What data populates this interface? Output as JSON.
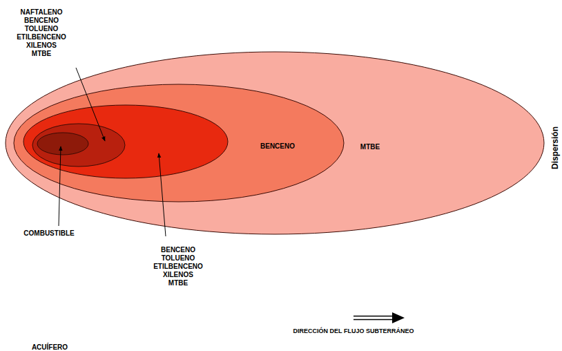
{
  "diagram": {
    "nodes": [
      {
        "text": [
          "MTBE"
        ]
      },
      {
        "text": [
          "BENCENO"
        ],
        "in": 0
      },
      {
        "text": [
          "BENCENO TOLUENO ETILBENCENO XILENOS MTBE"
        ],
        "in": 1
      },
      {
        "text": [
          "NAFTALENO BENCENO TOLUENO ETILBENCENO XILENOS MTBE"
        ],
        "in": 2
      },
      {
        "text": [
          "COMBUSTIBLE"
        ],
        "in": 3
      }
    ],
    "labels": [
      "Dispersión",
      "DIRECCIÓN DEL FLUJO SUBTERRÁNEO",
      "ACUÍFERO"
    ]
  }
}
